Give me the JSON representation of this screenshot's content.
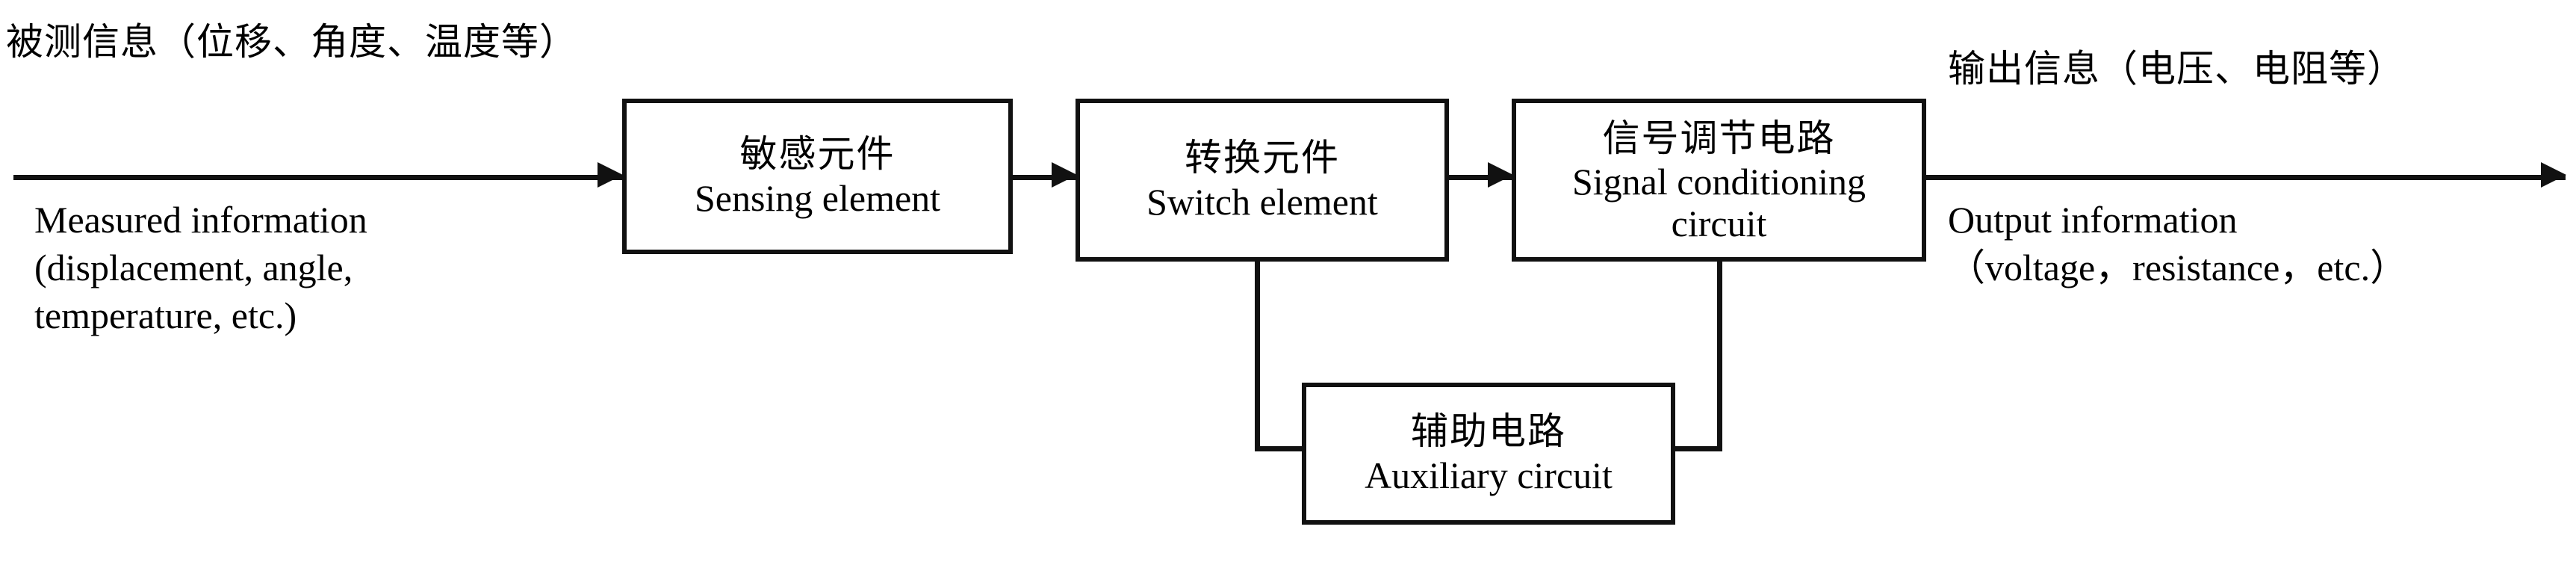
{
  "diagram": {
    "title": "Sensor composition block diagram",
    "line_color": "#111111",
    "background": "#ffffff"
  },
  "input_caption": {
    "cn": "被测信息（位移、角度、温度等）",
    "en_line1": "Measured information",
    "en_line2": "(displacement, angle,",
    "en_line3": "temperature, etc.)"
  },
  "output_caption": {
    "cn": "输出信息（电压、电阻等）",
    "en_line1": "Output information",
    "en_line2": "（voltage，resistance，etc.）"
  },
  "boxes": [
    {
      "id": "sensing",
      "cn": "敏感元件",
      "en": "Sensing element"
    },
    {
      "id": "switch",
      "cn": "转换元件",
      "en": "Switch element"
    },
    {
      "id": "signal",
      "cn": "信号调节电路",
      "en_line1": "Signal conditioning",
      "en_line2": "circuit"
    },
    {
      "id": "auxiliary",
      "cn": "辅助电路",
      "en": "Auxiliary circuit"
    }
  ],
  "connectors": [
    {
      "name": "input-arrow",
      "from": "measured-information",
      "to": "sensing",
      "style": "arrow"
    },
    {
      "name": "sensing-to-switch",
      "from": "sensing",
      "to": "switch",
      "style": "arrow"
    },
    {
      "name": "switch-to-signal",
      "from": "switch",
      "to": "signal",
      "style": "arrow"
    },
    {
      "name": "output-arrow",
      "from": "signal",
      "to": "output-information",
      "style": "arrow"
    },
    {
      "name": "switch-to-auxiliary",
      "from": "switch",
      "to": "auxiliary",
      "style": "elbow"
    },
    {
      "name": "signal-to-auxiliary",
      "from": "signal",
      "to": "auxiliary",
      "style": "elbow"
    }
  ]
}
